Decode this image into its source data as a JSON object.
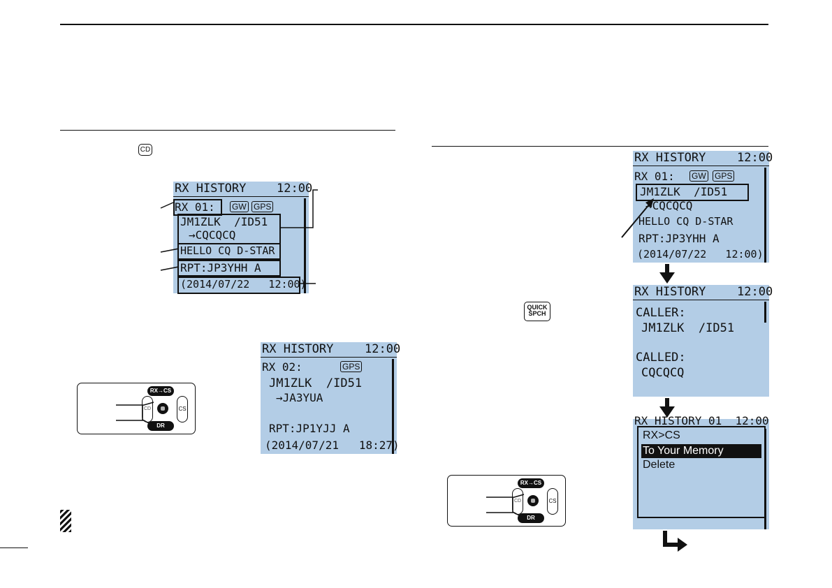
{
  "screens": {
    "s1": {
      "title": "RX HISTORY",
      "time": "12:00",
      "entry": "RX 01:",
      "badge_gw": "GW",
      "badge_gps": "GPS",
      "line1": "JM1ZLK  /ID51",
      "line2": "→CQCQCQ",
      "message": "HELLO CQ D-STAR",
      "rpt": "RPT:JP3YHH A",
      "datetime": "(2014/07/22   12:00)"
    },
    "s2": {
      "title": "RX HISTORY",
      "time": "12:00",
      "entry": "RX 02:",
      "badge_gps": "GPS",
      "line1": "JM1ZLK  /ID51",
      "line2": "→JA3YUA",
      "rpt": "RPT:JP1YJJ A",
      "datetime": "(2014/07/21   18:27)"
    },
    "s3": {
      "title": "RX HISTORY",
      "time": "12:00",
      "entry": "RX 01:",
      "badge_gw": "GW",
      "badge_gps": "GPS",
      "line1": "JM1ZLK  /ID51",
      "line2": "→CQCQCQ",
      "message": "HELLO CQ D-STAR",
      "rpt": "RPT:JP3YHH A",
      "datetime": "(2014/07/22   12:00)"
    },
    "s4": {
      "title": "RX HISTORY",
      "time": "12:00",
      "caller_label": "CALLER:",
      "caller": "JM1ZLK  /ID51",
      "called_label": "CALLED:",
      "called": "CQCQCQ"
    },
    "s5": {
      "title_partial": "RX HISTORY 01  12:00",
      "menu": [
        "RX>CS",
        "To Your Memory",
        "Delete"
      ],
      "selected_index": 1
    }
  },
  "keys": {
    "cd": "CD",
    "quick": "QUICK",
    "spch": "SPCH"
  },
  "controller": {
    "rxcs": "RX→CS",
    "dr": "DR",
    "cs": "CS",
    "cd": "CD"
  }
}
